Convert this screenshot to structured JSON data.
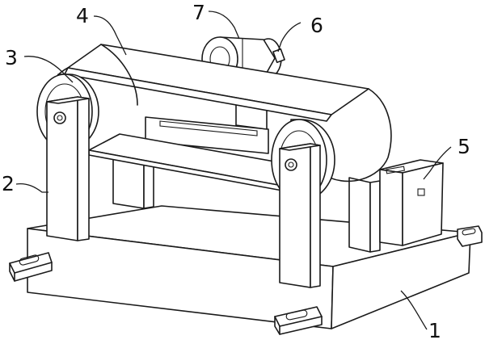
{
  "callouts": {
    "part_1": "1",
    "part_2": "2",
    "part_3": "3",
    "part_4": "4",
    "part_5": "5",
    "part_6": "6",
    "part_7": "7"
  },
  "colors": {
    "line": "#1a1a1a",
    "background": "#ffffff"
  }
}
